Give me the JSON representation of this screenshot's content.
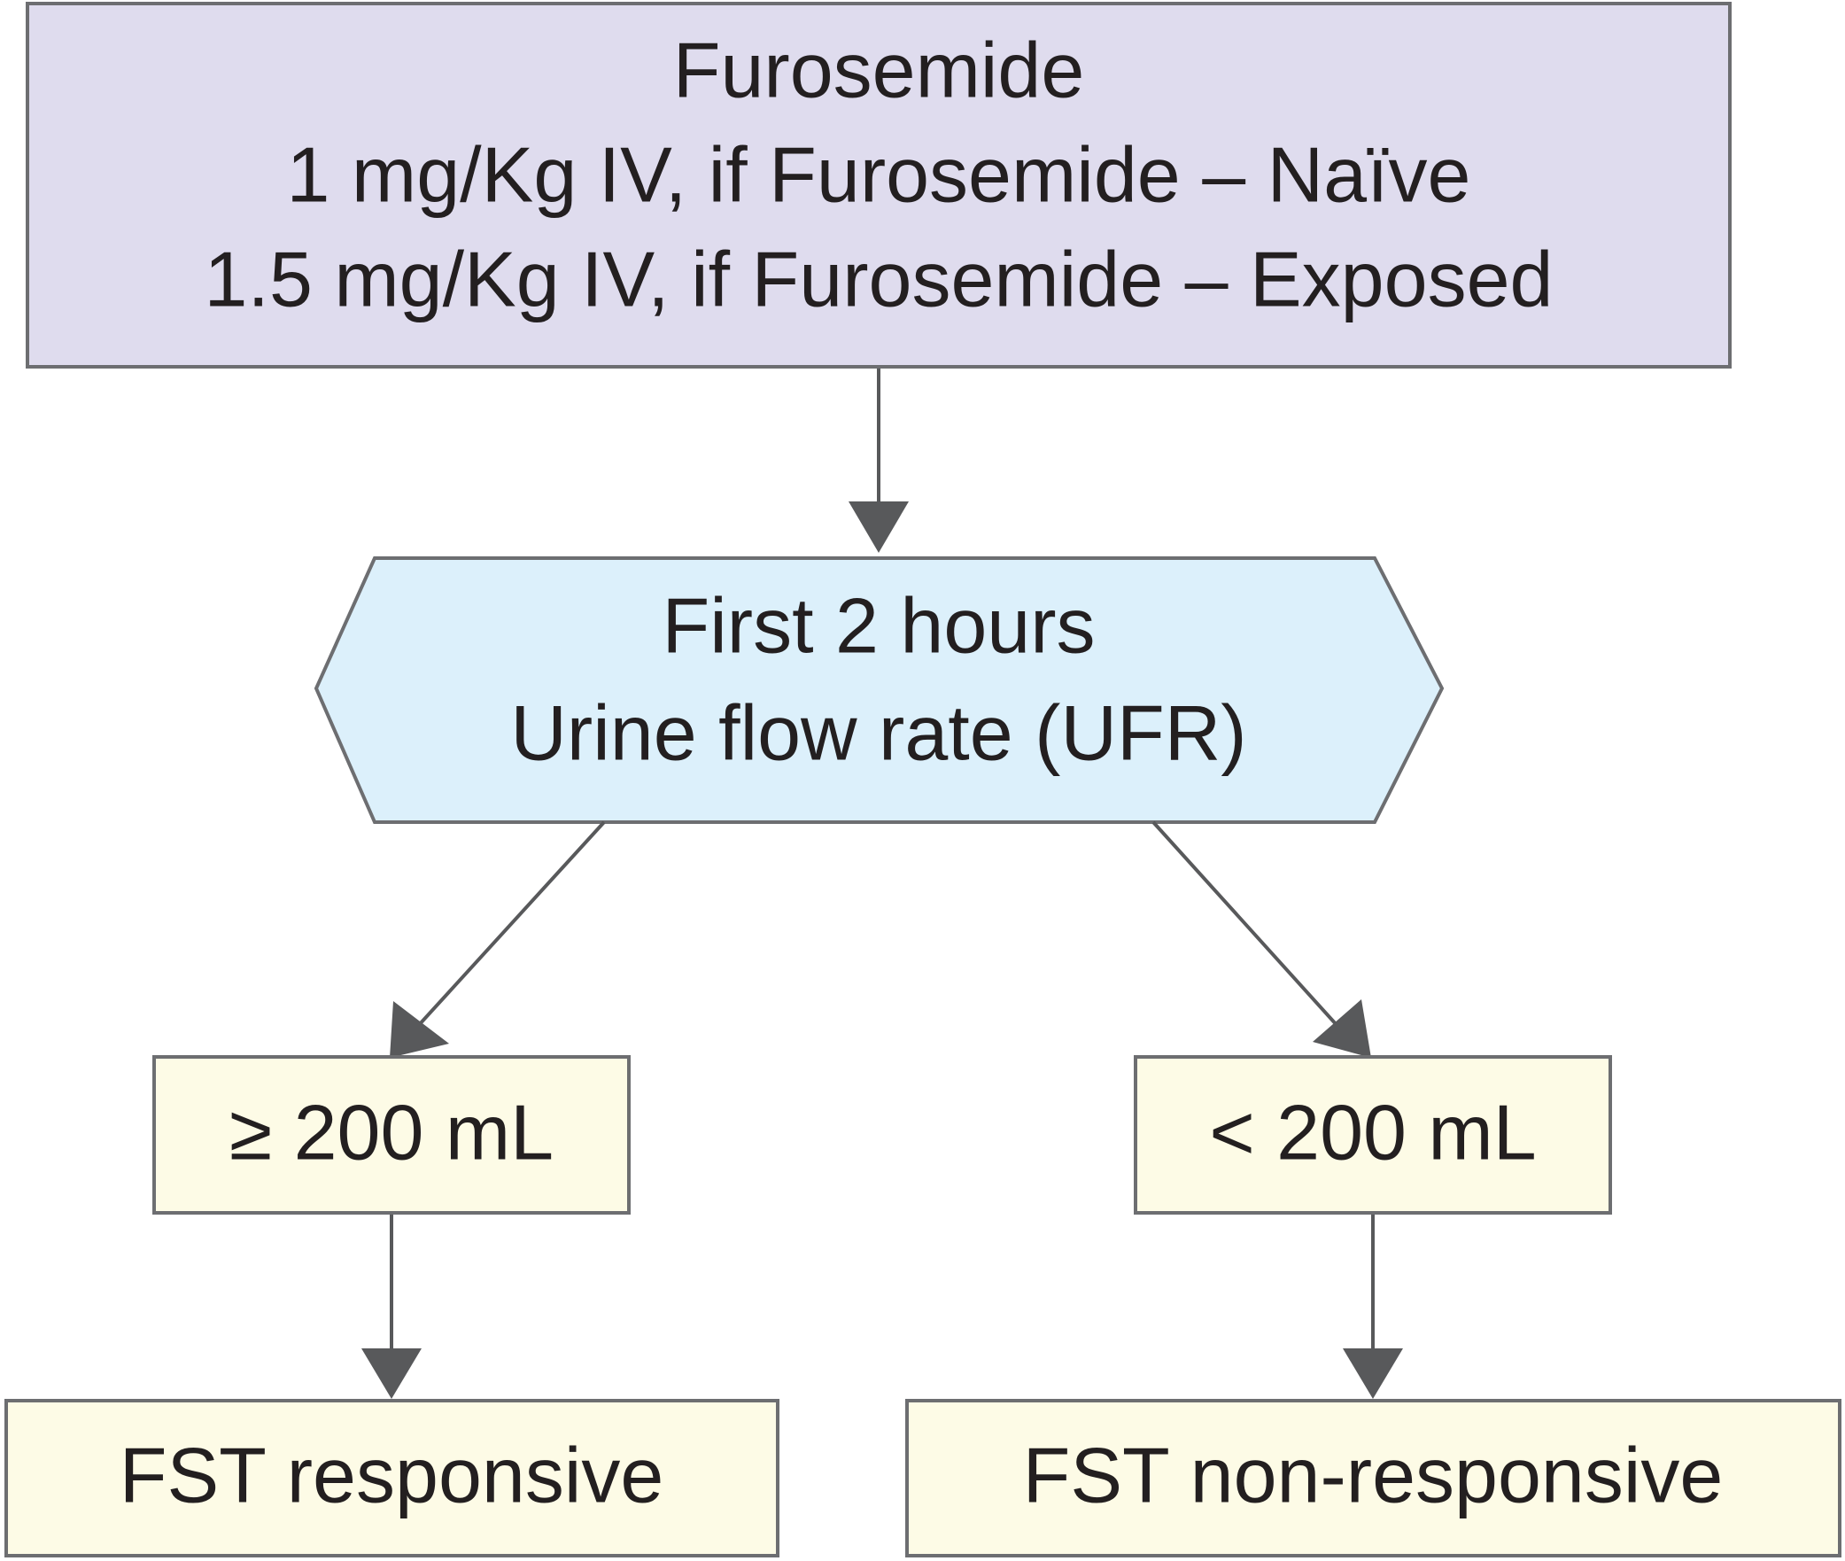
{
  "colors": {
    "dose_box_fill": "#dfdcee",
    "decision_fill": "#dcf0fb",
    "result_fill": "#fdfbe6",
    "border": "#6d6e71",
    "arrow": "#58595b",
    "text": "#231f20"
  },
  "dose_box": {
    "line1": "Furosemide",
    "line2": "1 mg/Kg IV, if Furosemide – Naïve",
    "line3": "1.5 mg/Kg IV, if Furosemide – Exposed"
  },
  "decision": {
    "line1": "First 2 hours",
    "line2": "Urine flow rate (UFR)"
  },
  "branches": {
    "left_threshold": "≥ 200 mL",
    "right_threshold": "< 200 mL"
  },
  "outcomes": {
    "left": "FST responsive",
    "right": "FST non-responsive"
  }
}
